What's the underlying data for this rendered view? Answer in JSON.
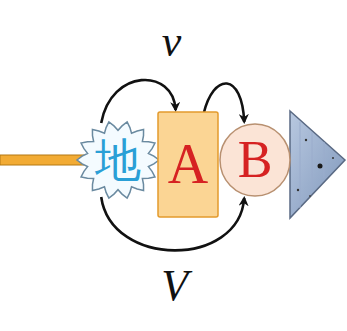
{
  "diagram": {
    "nodes": [
      {
        "text": [
          "地"
        ]
      },
      {
        "text": [
          "A"
        ]
      },
      {
        "text": [
          "B"
        ]
      }
    ],
    "edges": [
      {
        "from": 0,
        "to": 1,
        "arrow": "to",
        "label": "v"
      },
      {
        "from": 1,
        "to": 2,
        "arrow": "to"
      },
      {
        "from": 0,
        "to": 2,
        "arrow": "to",
        "label": "V"
      }
    ]
  }
}
